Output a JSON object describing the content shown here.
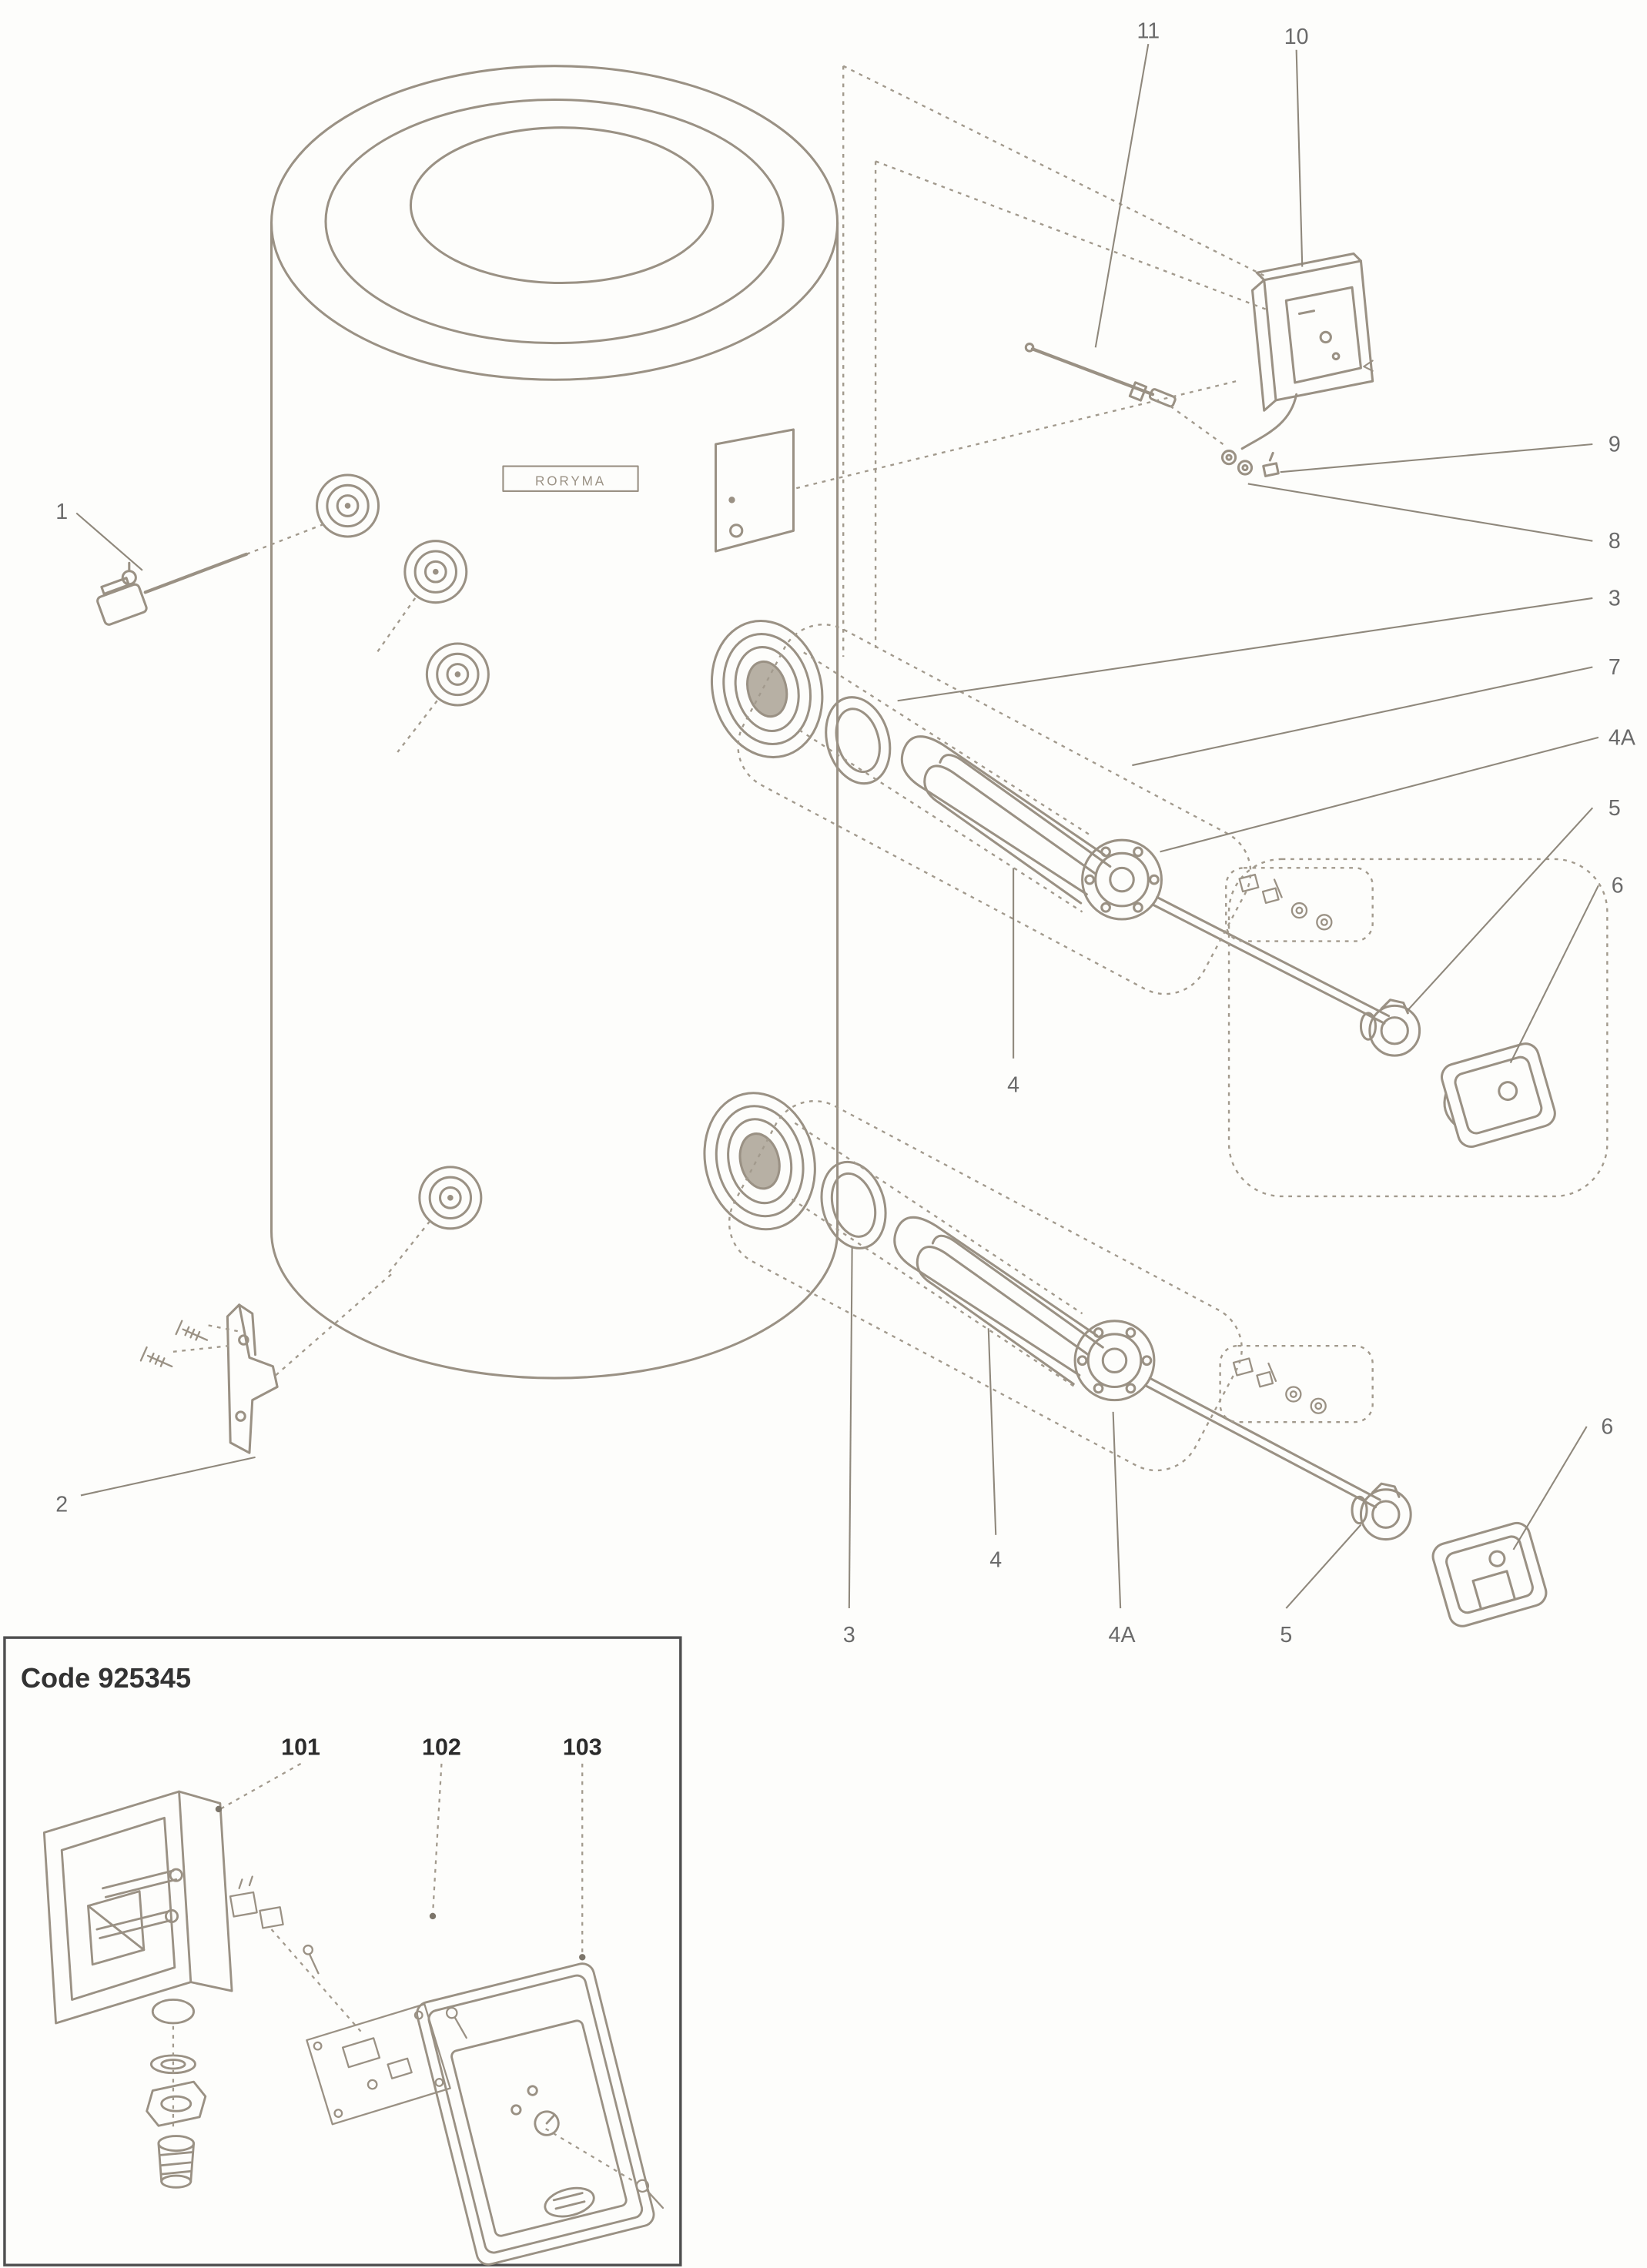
{
  "figure": {
    "type": "exploded-parts-diagram",
    "subject": "hot water cylinder with immersion heater kits",
    "brand_label": "RORYMA",
    "code_box": {
      "title": "Code 925345"
    },
    "callouts": {
      "n1": "1",
      "n2": "2",
      "n3_upper": "3",
      "n3_lower": "3",
      "n4_upper": "4",
      "n4_lower": "4",
      "n4a_upper": "4A",
      "n4a_lower": "4A",
      "n5_upper": "5",
      "n5_lower": "5",
      "n6_upper": "6",
      "n6_lower": "6",
      "n7": "7",
      "n8": "8",
      "n9": "9",
      "n10": "10",
      "n11": "11",
      "n101": "101",
      "n102": "102",
      "n103": "103"
    }
  }
}
